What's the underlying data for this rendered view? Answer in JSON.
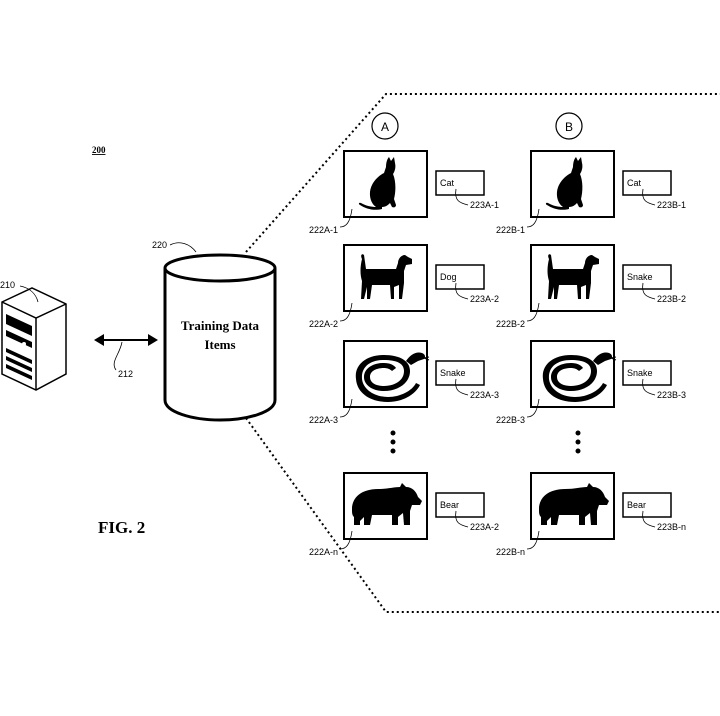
{
  "figure": {
    "ref": "200",
    "caption": "FIG. 2"
  },
  "server": {
    "ref": "210"
  },
  "link": {
    "ref": "212"
  },
  "database": {
    "ref": "220",
    "label_line1": "Training Data",
    "label_line2": "Items"
  },
  "columns": [
    {
      "id": "A",
      "label": "A"
    },
    {
      "id": "B",
      "label": "B"
    }
  ],
  "items": {
    "A": [
      {
        "animal": "cat-icon",
        "tag": "Cat",
        "image_ref": "222A-1",
        "tag_ref": "223A-1"
      },
      {
        "animal": "dog-icon",
        "tag": "Dog",
        "image_ref": "222A-2",
        "tag_ref": "223A-2"
      },
      {
        "animal": "snake-icon",
        "tag": "Snake",
        "image_ref": "222A-3",
        "tag_ref": "223A-3"
      },
      {
        "animal": "bear-icon",
        "tag": "Bear",
        "image_ref": "222A-n",
        "tag_ref": "223A-2"
      }
    ],
    "B": [
      {
        "animal": "cat-icon",
        "tag": "Cat",
        "image_ref": "222B-1",
        "tag_ref": "223B-1"
      },
      {
        "animal": "dog-icon",
        "tag": "Snake",
        "image_ref": "222B-2",
        "tag_ref": "223B-2"
      },
      {
        "animal": "snake-icon",
        "tag": "Snake",
        "image_ref": "222B-3",
        "tag_ref": "223B-3"
      },
      {
        "animal": "bear-icon",
        "tag": "Bear",
        "image_ref": "222B-n",
        "tag_ref": "223B-n"
      }
    ]
  }
}
